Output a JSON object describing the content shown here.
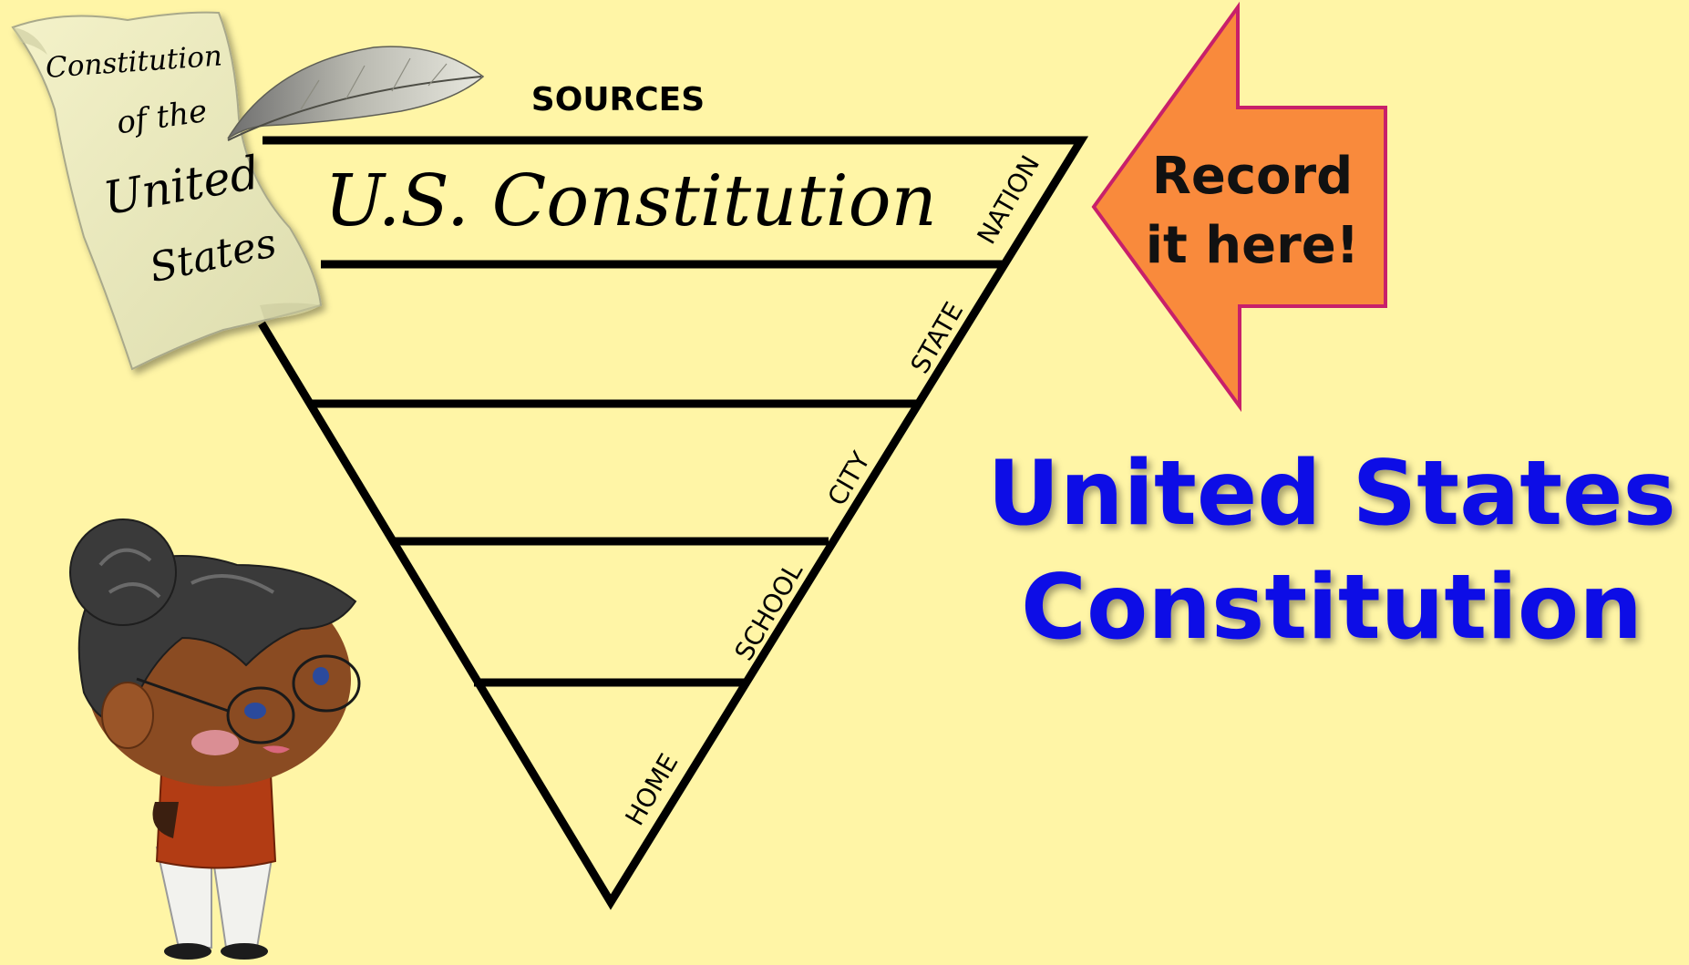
{
  "diagram": {
    "heading": "SOURCES",
    "top_entry": "U.S. Constitution",
    "levels": [
      "NATION",
      "STATE",
      "CITY",
      "SCHOOL",
      "HOME"
    ]
  },
  "scroll": {
    "lines": [
      "Constitution",
      "of the",
      "United",
      "States"
    ]
  },
  "callout": {
    "line1": "Record",
    "line2": "it here!",
    "fill_color": "#f98a3c",
    "border_color": "#c8206a"
  },
  "title": {
    "line1": "United States",
    "line2": "Constitution",
    "color": "#0a0ae6"
  },
  "colors": {
    "background": "#fff5a6"
  }
}
